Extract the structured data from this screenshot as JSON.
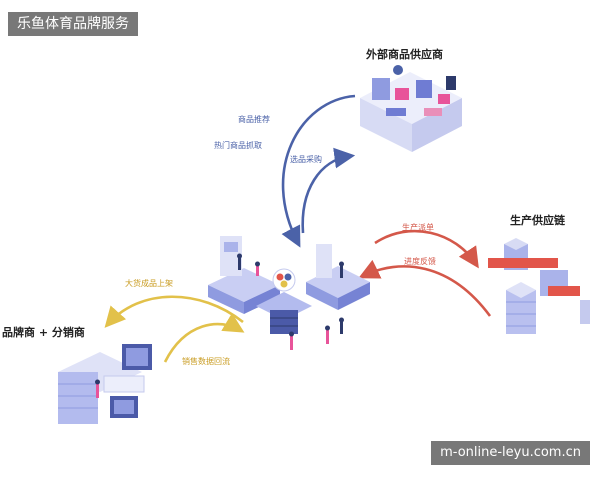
{
  "header": {
    "title": "乐鱼体育品牌服务"
  },
  "watermark": {
    "text": "m-online-leyu.com.cn"
  },
  "nodes": {
    "supplier": "外部商品供应商",
    "supply_chain": "生产供应链",
    "brand_distributor": "品牌商 + 分销商"
  },
  "flows": {
    "product_recommend": "商品推荐",
    "hot_product_capture": "热门商品抓取",
    "selection_purchase": "选品采购",
    "production_order": "生产派单",
    "progress_feedback": "进度反馈",
    "listing": "大货成品上架",
    "sales_feedback": "销售数据回流"
  },
  "colors": {
    "blue_arrow": "#4b62a8",
    "red_arrow": "#d4584a",
    "yellow_arrow": "#e2c14a",
    "platform": "#8f9be0",
    "pink": "#e8549a"
  }
}
